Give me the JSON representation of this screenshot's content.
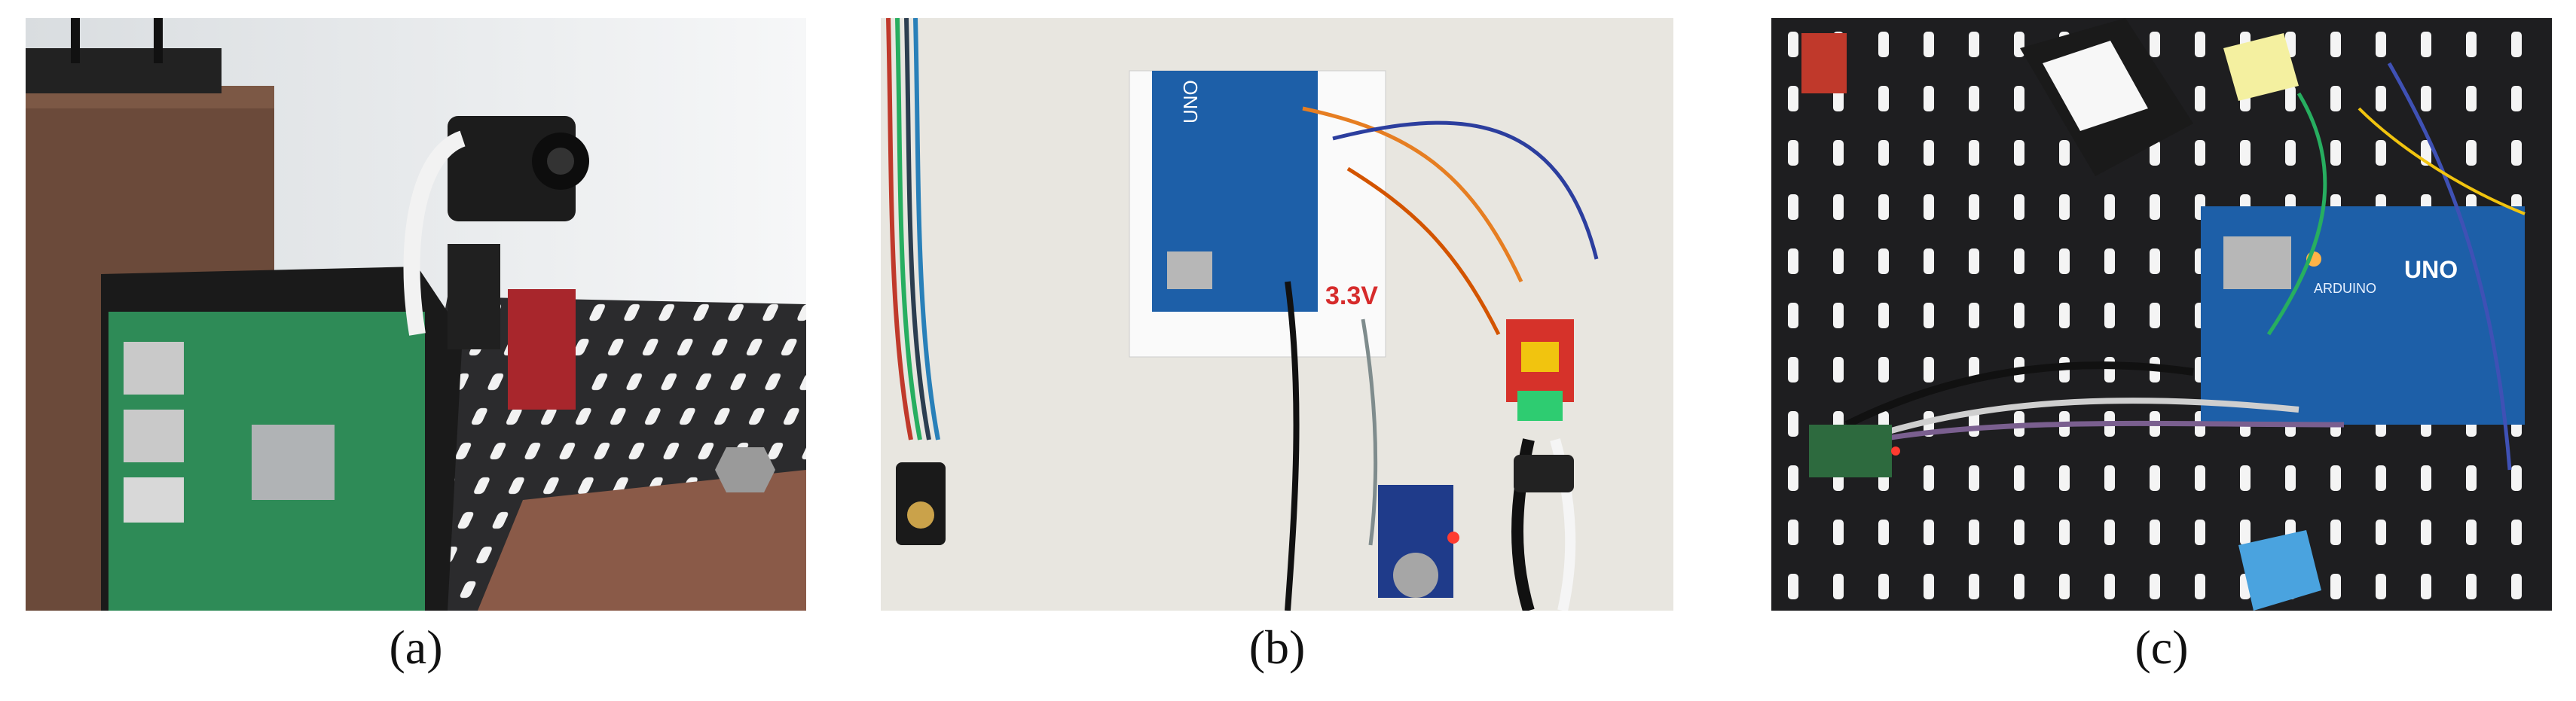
{
  "figure": {
    "panels": [
      {
        "id": "a",
        "caption": "(a)"
      },
      {
        "id": "b",
        "caption": "(b)",
        "board_label": "UNO",
        "voltage_note": "3.3V"
      },
      {
        "id": "c",
        "caption": "(c)",
        "board_label": "UNO",
        "board_brand": "ARDUINO"
      }
    ]
  },
  "colors": {
    "pegboard": "#2a2a2c",
    "arduino_blue": "#1d5fa8",
    "raspberry_green": "#2e8b57",
    "relay_red": "#d6322a",
    "wall_light": "#e8e6e0"
  }
}
